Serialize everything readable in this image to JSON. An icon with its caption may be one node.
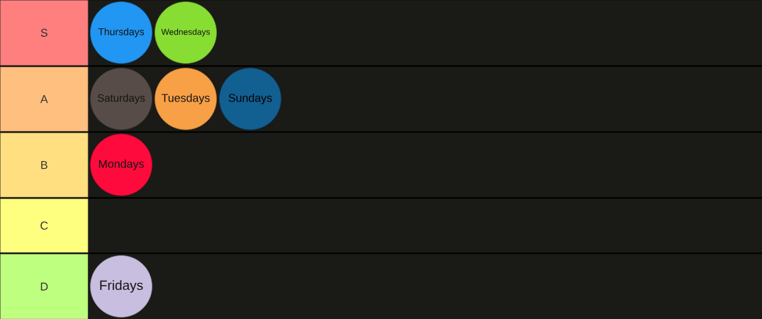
{
  "diagram": {
    "nodes": [
      {
        "text": [
          "S"
        ]
      },
      {
        "text": [
          "Thursdays"
        ],
        "in": 0
      },
      {
        "text": [
          "Wednesdays"
        ],
        "in": 0
      },
      {
        "text": [
          "A"
        ]
      },
      {
        "text": [
          "Saturdays"
        ],
        "in": 3
      },
      {
        "text": [
          "Tuesdays"
        ],
        "in": 3
      },
      {
        "text": [
          "Sundays"
        ],
        "in": 3
      },
      {
        "text": [
          "B"
        ]
      },
      {
        "text": [
          "Mondays"
        ],
        "in": 7
      },
      {
        "text": [
          "C"
        ]
      },
      {
        "text": [
          "D"
        ]
      },
      {
        "text": [
          "Fridays"
        ],
        "in": 10
      }
    ]
  }
}
